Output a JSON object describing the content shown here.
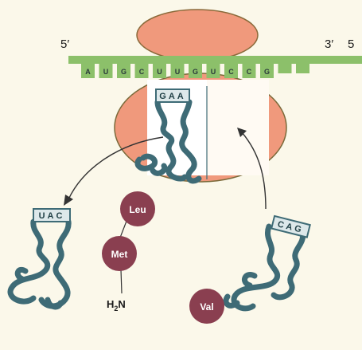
{
  "mrna": {
    "label_5prime": "5′",
    "label_3prime": "3′",
    "label_5prime_right": "5",
    "bases": [
      "A",
      "U",
      "G",
      "C",
      "U",
      "U",
      "G",
      "U",
      "C",
      "C",
      "G"
    ]
  },
  "trna": {
    "left_anticodon": "UAC",
    "center_anticodon": "GAA",
    "right_anticodon": "CAG"
  },
  "amino_acids": {
    "leu": "Leu",
    "met": "Met",
    "val": "Val"
  },
  "terminus": {
    "h": "H",
    "sub": "2",
    "n": "N"
  },
  "colors": {
    "ribosome": "#f0997c",
    "mrna": "#8cc06a",
    "trna": "#3e6b76",
    "amino_acid": "#8a3f50",
    "background": "#fbf8ea"
  }
}
